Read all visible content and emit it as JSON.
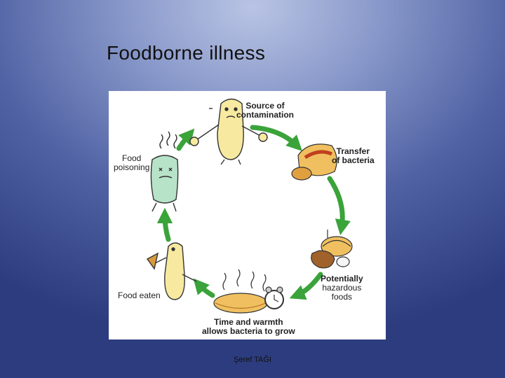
{
  "slide": {
    "title": "Foodborne illness",
    "footer": "Şeref TAĞI"
  },
  "cycle": {
    "stages": [
      {
        "line1": "Source of",
        "line2": "contamination"
      },
      {
        "line1": "Transfer",
        "line2": "of bacteria"
      },
      {
        "line1": "Potentially",
        "line2": "hazardous",
        "line3": "foods"
      },
      {
        "line1": "Time and warmth",
        "line2": "allows bacteria to grow"
      },
      {
        "line1": "Food eaten"
      },
      {
        "line1": "Food",
        "line2": "poisoning"
      }
    ],
    "colors": {
      "arrow": "#3aa33a",
      "character_yellow": "#f7eaa0",
      "character_sick": "#b7e3c8",
      "bread": "#f0c060",
      "crust": "#d99a3a"
    }
  }
}
